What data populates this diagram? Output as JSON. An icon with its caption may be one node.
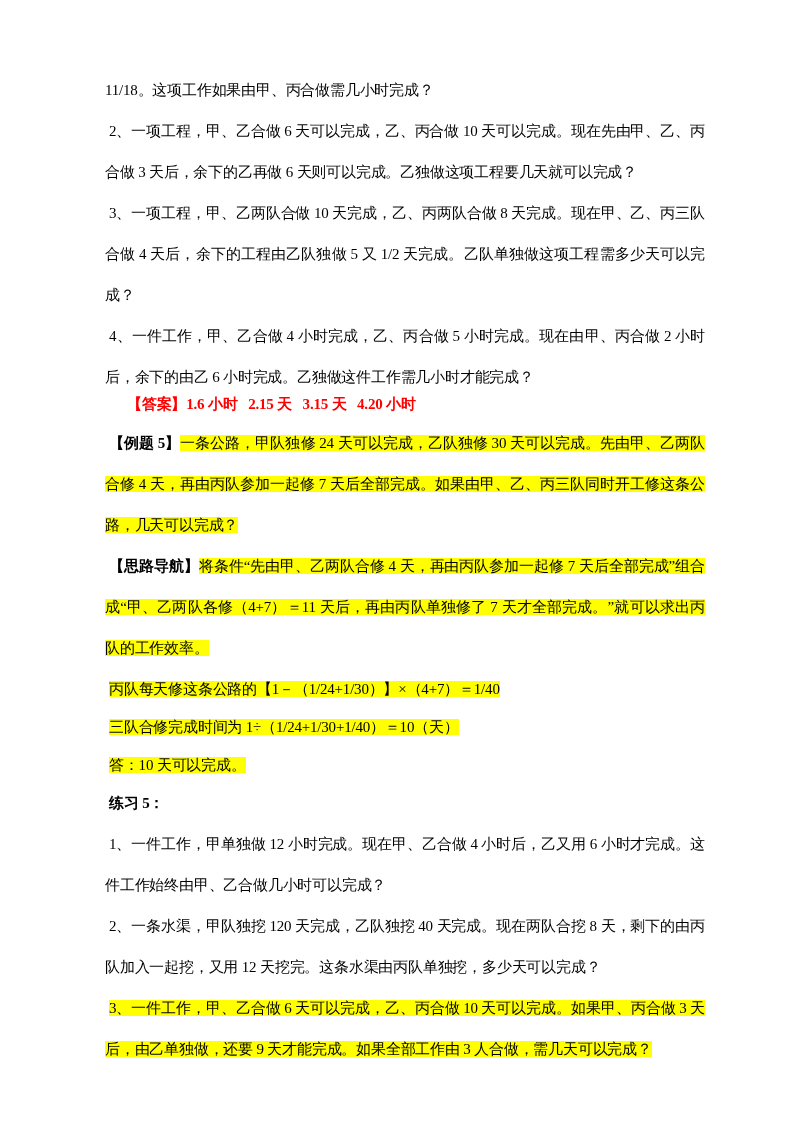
{
  "diagram": {
    "labels": [
      "11/18。这项工作如果由甲、丙合做需几小时完成？",
      "2、一项工程，甲、乙合做 6 天可以完成，乙、丙合做 10 天可以完成。现在先由甲、乙、丙合做 3 天后，余下的乙再做 6 天则可以完成。乙独做这项工程要几天就可以完成？",
      "3、一项工程，甲、乙两队合做 10 天完成，乙、丙两队合做 8 天完成。现在甲、乙、丙三队合做 4 天后，余下的工程由乙队独做 5 又 1/2 天完成。乙队单独做这项工程需多少天可以完成？",
      "4、一件工作，甲、乙合做 4 小时完成，乙、丙合做 5 小时完成。现在由甲、丙合做 2 小时后，余下的由乙 6 小时完成。乙独做这件工作需几小时才能完成？",
      "【答案】1.6 小时   2.15 天   3.15 天   4.20 小时",
      "**【例题 5】**一条公路，甲队独修 24 天可以完成，乙队独修 30 天可以完成。先由甲、乙两队合修 4 天，再由丙队参加一起修 7 天后全部完成。如果由甲、乙、丙三队同时开工修这条公路，几天可以完成？",
      "**【思路导航】**将条件“先由甲、乙两队合修 4 天，再由丙队参加一起修 7 天后全部完成”组合成“甲、乙两队各修（4+7）＝11 天后，再由丙队单独修了 7 天才全部完成。”就可以求出丙队的工作效率。",
      "丙队每天修这条公路的【1－（1/24+1/30）】×（4+7）＝1/40",
      "三队合修完成时间为 1÷（1/24+1/30+1/40）＝10（天）",
      "答：10 天可以完成。",
      "练习 5：",
      "1、一件工作，甲单独做 12 小时完成。现在甲、乙合做 4 小时后，乙又用 6 小时才完成。这件工作始终由甲、乙合做几小时可以完成？",
      "2、一条水渠，甲队独挖 120 天完成，乙队独挖 40 天完成。现在两队合挖 8 天，剩下的由丙队加入一起挖，又用 12 天挖完。这条水渠由丙队单独挖，多少天可以完成？",
      "3、一件工作，甲、乙合做 6 天可以完成，乙、丙合做 10 天可以完成。如果甲、丙合做 3 天后，由乙单独做，还要 9 天才能完成。如果全部工作由 3 人合做，需几天可以完成？"
    ]
  }
}
